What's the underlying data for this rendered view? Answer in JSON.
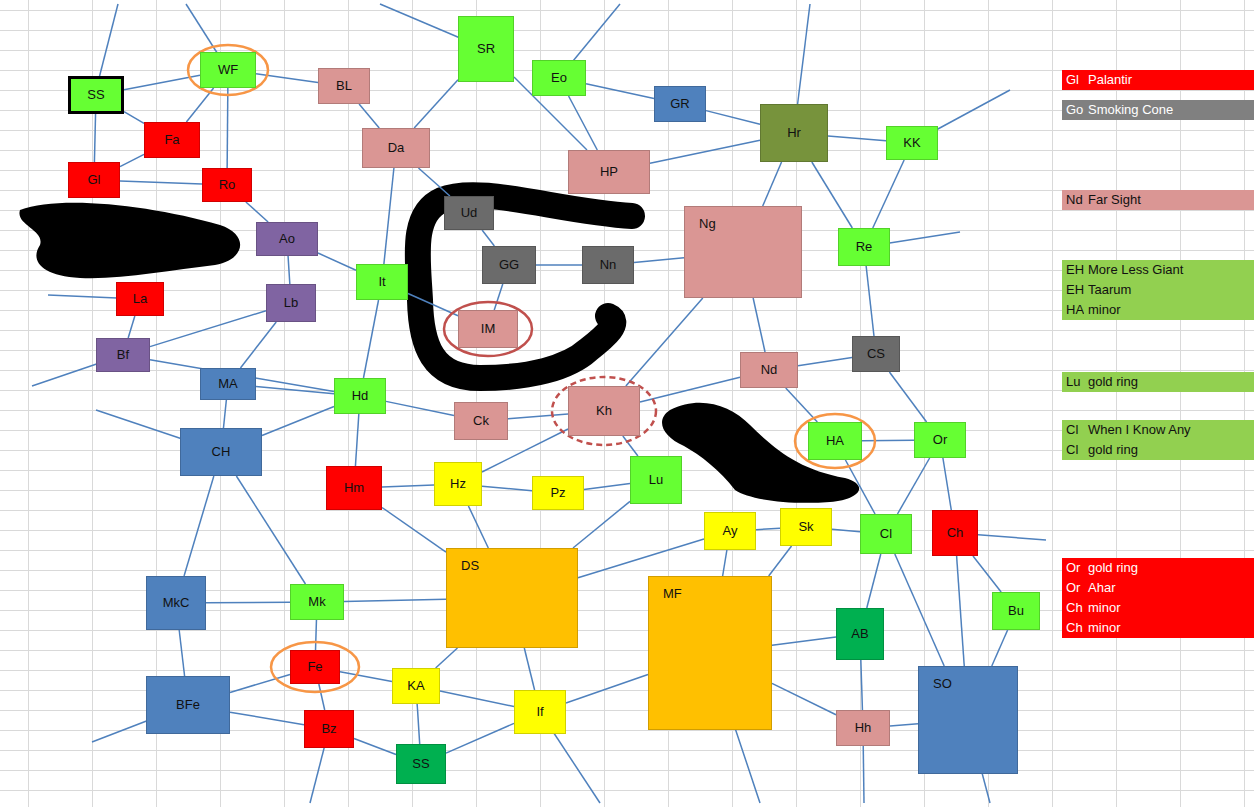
{
  "diagram": {
    "nodes": [
      {
        "text": [
          "SS"
        ]
      },
      {
        "text": [
          "WF"
        ]
      },
      {
        "text": [
          "BL"
        ]
      },
      {
        "text": [
          "SR"
        ]
      },
      {
        "text": [
          "Eo"
        ]
      },
      {
        "text": [
          "GR"
        ]
      },
      {
        "text": [
          "Hr"
        ]
      },
      {
        "text": [
          "KK"
        ]
      },
      {
        "text": [
          "Fa"
        ]
      },
      {
        "text": [
          "Gl"
        ]
      },
      {
        "text": [
          "Ro"
        ]
      },
      {
        "text": [
          "Da"
        ]
      },
      {
        "text": [
          "HP"
        ]
      },
      {
        "text": [
          "Ud"
        ]
      },
      {
        "text": [
          "GG"
        ]
      },
      {
        "text": [
          "Nn"
        ]
      },
      {
        "text": [
          "Ng"
        ]
      },
      {
        "text": [
          "Re"
        ]
      },
      {
        "text": [
          "Ao"
        ]
      },
      {
        "text": [
          "It"
        ]
      },
      {
        "text": [
          "La"
        ]
      },
      {
        "text": [
          "Lb"
        ]
      },
      {
        "text": [
          "IM"
        ]
      },
      {
        "text": [
          "Bf"
        ]
      },
      {
        "text": [
          "CS"
        ]
      },
      {
        "text": [
          "Nd"
        ]
      },
      {
        "text": [
          "MA"
        ]
      },
      {
        "text": [
          "Hd"
        ]
      },
      {
        "text": [
          "Ck"
        ]
      },
      {
        "text": [
          "Kh"
        ]
      },
      {
        "text": [
          "HA"
        ]
      },
      {
        "text": [
          "Or"
        ]
      },
      {
        "text": [
          "CH"
        ]
      },
      {
        "text": [
          "Hm"
        ]
      },
      {
        "text": [
          "Hz"
        ]
      },
      {
        "text": [
          "Pz"
        ]
      },
      {
        "text": [
          "Lu"
        ]
      },
      {
        "text": [
          "Ay"
        ]
      },
      {
        "text": [
          "Sk"
        ]
      },
      {
        "text": [
          "Cl"
        ]
      },
      {
        "text": [
          "Ch"
        ]
      },
      {
        "text": [
          "DS"
        ]
      },
      {
        "text": [
          "MkC"
        ]
      },
      {
        "text": [
          "Mk"
        ]
      },
      {
        "text": [
          "Bu"
        ]
      },
      {
        "text": [
          "MF"
        ]
      },
      {
        "text": [
          "AB"
        ]
      },
      {
        "text": [
          "SO"
        ]
      },
      {
        "text": [
          "Fe"
        ]
      },
      {
        "text": [
          "KA"
        ]
      },
      {
        "text": [
          "BFe"
        ]
      },
      {
        "text": [
          "If"
        ]
      },
      {
        "text": [
          "Bz"
        ]
      },
      {
        "text": [
          "SS"
        ]
      },
      {
        "text": [
          "Hh"
        ]
      }
    ],
    "edges": [
      {
        "from": 0,
        "to": 1,
        "arrow": "none"
      },
      {
        "from": 0,
        "to": 8,
        "arrow": "none"
      },
      {
        "from": 0,
        "to": 9,
        "arrow": "none"
      },
      {
        "from": 9,
        "to": 8,
        "arrow": "none"
      },
      {
        "from": 9,
        "to": 10,
        "arrow": "none"
      },
      {
        "from": 8,
        "to": 1,
        "arrow": "none"
      },
      {
        "from": 1,
        "to": 10,
        "arrow": "none"
      },
      {
        "from": 1,
        "to": 2,
        "arrow": "none"
      },
      {
        "from": 2,
        "to": 11,
        "arrow": "none"
      },
      {
        "from": 11,
        "to": 19,
        "arrow": "none"
      },
      {
        "from": 19,
        "to": 27,
        "arrow": "none"
      },
      {
        "from": 3,
        "to": 11,
        "arrow": "none"
      },
      {
        "from": 3,
        "to": 12,
        "arrow": "none"
      },
      {
        "from": 4,
        "to": 12,
        "arrow": "none"
      },
      {
        "from": 4,
        "to": 5,
        "arrow": "none"
      },
      {
        "from": 5,
        "to": 6,
        "arrow": "none"
      },
      {
        "from": 12,
        "to": 6,
        "arrow": "none"
      },
      {
        "from": 6,
        "to": 7,
        "arrow": "none"
      },
      {
        "from": 6,
        "to": 17,
        "arrow": "none"
      },
      {
        "from": 7,
        "to": 17,
        "arrow": "none"
      },
      {
        "from": 6,
        "to": 16,
        "arrow": "none"
      },
      {
        "from": 16,
        "to": 15,
        "arrow": "none"
      },
      {
        "from": 15,
        "to": 14,
        "arrow": "none"
      },
      {
        "from": 14,
        "to": 13,
        "arrow": "none"
      },
      {
        "from": 13,
        "to": 11,
        "arrow": "none"
      },
      {
        "from": 14,
        "to": 22,
        "arrow": "none"
      },
      {
        "from": 19,
        "to": 22,
        "arrow": "none"
      },
      {
        "from": 16,
        "to": 25,
        "arrow": "none"
      },
      {
        "from": 17,
        "to": 24,
        "arrow": "none"
      },
      {
        "from": 16,
        "to": 29,
        "arrow": "none"
      },
      {
        "from": 10,
        "to": 18,
        "arrow": "none"
      },
      {
        "from": 18,
        "to": 19,
        "arrow": "none"
      },
      {
        "from": 18,
        "to": 21,
        "arrow": "none"
      },
      {
        "from": 21,
        "to": 23,
        "arrow": "none"
      },
      {
        "from": 20,
        "to": 23,
        "arrow": "none"
      },
      {
        "from": 21,
        "to": 26,
        "arrow": "none"
      },
      {
        "from": 23,
        "to": 27,
        "arrow": "none"
      },
      {
        "from": 26,
        "to": 27,
        "arrow": "none"
      },
      {
        "from": 26,
        "to": 32,
        "arrow": "none"
      },
      {
        "from": 32,
        "to": 27,
        "arrow": "none"
      },
      {
        "from": 27,
        "to": 28,
        "arrow": "none"
      },
      {
        "from": 28,
        "to": 29,
        "arrow": "none"
      },
      {
        "from": 27,
        "to": 33,
        "arrow": "none"
      },
      {
        "from": 33,
        "to": 34,
        "arrow": "none"
      },
      {
        "from": 33,
        "to": 41,
        "arrow": "none"
      },
      {
        "from": 34,
        "to": 29,
        "arrow": "none"
      },
      {
        "from": 34,
        "to": 41,
        "arrow": "none"
      },
      {
        "from": 34,
        "to": 35,
        "arrow": "none"
      },
      {
        "from": 35,
        "to": 36,
        "arrow": "none"
      },
      {
        "from": 29,
        "to": 36,
        "arrow": "none"
      },
      {
        "from": 29,
        "to": 25,
        "arrow": "none"
      },
      {
        "from": 25,
        "to": 24,
        "arrow": "none"
      },
      {
        "from": 25,
        "to": 30,
        "arrow": "none"
      },
      {
        "from": 24,
        "to": 31,
        "arrow": "none"
      },
      {
        "from": 30,
        "to": 31,
        "arrow": "none"
      },
      {
        "from": 30,
        "to": 39,
        "arrow": "none"
      },
      {
        "from": 31,
        "to": 39,
        "arrow": "none"
      },
      {
        "from": 31,
        "to": 40,
        "arrow": "none"
      },
      {
        "from": 40,
        "to": 44,
        "arrow": "none"
      },
      {
        "from": 40,
        "to": 47,
        "arrow": "none"
      },
      {
        "from": 44,
        "to": 47,
        "arrow": "none"
      },
      {
        "from": 39,
        "to": 38,
        "arrow": "none"
      },
      {
        "from": 38,
        "to": 37,
        "arrow": "none"
      },
      {
        "from": 37,
        "to": 45,
        "arrow": "none"
      },
      {
        "from": 38,
        "to": 45,
        "arrow": "none"
      },
      {
        "from": 39,
        "to": 46,
        "arrow": "none"
      },
      {
        "from": 46,
        "to": 54,
        "arrow": "none"
      },
      {
        "from": 45,
        "to": 54,
        "arrow": "none"
      },
      {
        "from": 54,
        "to": 47,
        "arrow": "none"
      },
      {
        "from": 39,
        "to": 47,
        "arrow": "none"
      },
      {
        "from": 36,
        "to": 41,
        "arrow": "none"
      },
      {
        "from": 37,
        "to": 41,
        "arrow": "none"
      },
      {
        "from": 41,
        "to": 51,
        "arrow": "none"
      },
      {
        "from": 41,
        "to": 49,
        "arrow": "none"
      },
      {
        "from": 43,
        "to": 41,
        "arrow": "none"
      },
      {
        "from": 42,
        "to": 43,
        "arrow": "none"
      },
      {
        "from": 42,
        "to": 50,
        "arrow": "none"
      },
      {
        "from": 32,
        "to": 42,
        "arrow": "none"
      },
      {
        "from": 32,
        "to": 43,
        "arrow": "none"
      },
      {
        "from": 43,
        "to": 48,
        "arrow": "none"
      },
      {
        "from": 48,
        "to": 49,
        "arrow": "none"
      },
      {
        "from": 48,
        "to": 50,
        "arrow": "none"
      },
      {
        "from": 48,
        "to": 52,
        "arrow": "none"
      },
      {
        "from": 50,
        "to": 52,
        "arrow": "none"
      },
      {
        "from": 49,
        "to": 51,
        "arrow": "none"
      },
      {
        "from": 49,
        "to": 53,
        "arrow": "none"
      },
      {
        "from": 51,
        "to": 53,
        "arrow": "none"
      },
      {
        "from": 52,
        "to": 53,
        "arrow": "none"
      },
      {
        "from": 51,
        "to": 45,
        "arrow": "none"
      },
      {
        "from": 46,
        "to": 45,
        "arrow": "none"
      }
    ],
    "labels": [
      "Gl",
      "Palantir",
      "Go",
      "Smoking Cone",
      "Nd",
      "Far Sight",
      "EH",
      "More Less Giant",
      "EH",
      "Taarum",
      "HA",
      "minor",
      "Lu",
      "gold ring",
      "Cl",
      "When I Know Any",
      "Cl",
      "gold ring",
      "Or",
      "gold ring",
      "Or",
      "Ahar",
      "Ch",
      "minor",
      "Ch",
      "minor"
    ]
  }
}
